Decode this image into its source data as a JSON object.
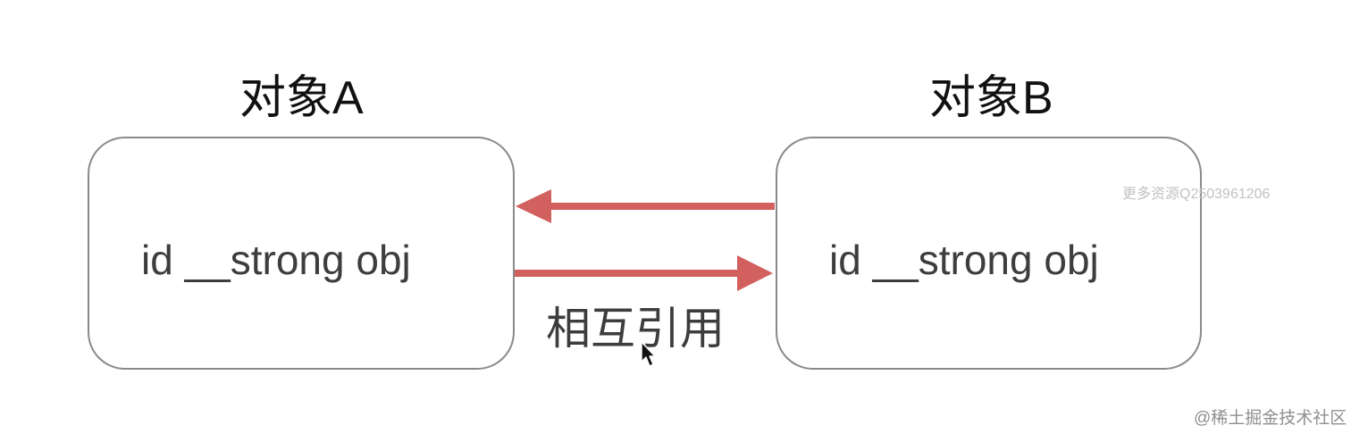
{
  "nodes": {
    "a": {
      "title": "对象A",
      "content": "id __strong obj"
    },
    "b": {
      "title": "对象B",
      "content": "id __strong obj"
    }
  },
  "edge": {
    "label": "相互引用",
    "arrow_color": "#d1605f"
  },
  "watermarks": {
    "top": "更多资源Q2503961206",
    "bottom": "@稀土掘金技术社区"
  }
}
